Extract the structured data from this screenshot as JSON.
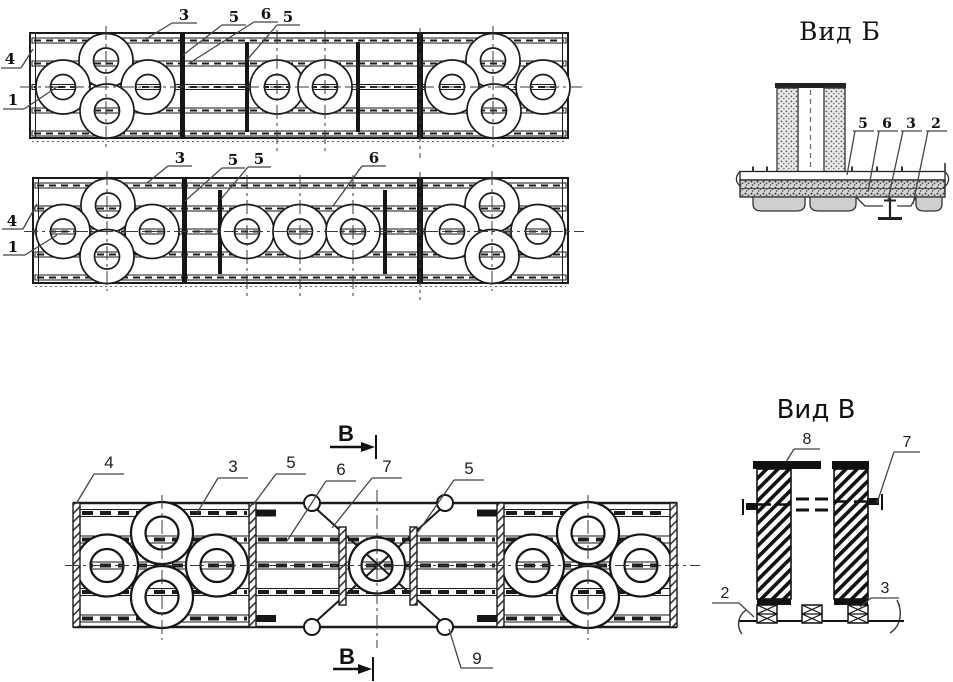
{
  "figure": {
    "assembly_top_1": {
      "callout_3": "3",
      "callout_5a": "5",
      "callout_6": "6",
      "callout_5b": "5",
      "callout_4": "4",
      "callout_1": "1"
    },
    "assembly_top_2": {
      "callout_3": "3",
      "callout_5a": "5",
      "callout_5b": "5",
      "callout_6": "6",
      "callout_4": "4",
      "callout_1": "1"
    },
    "assembly_bottom": {
      "callout_4": "4",
      "callout_3": "3",
      "callout_5a": "5",
      "callout_6": "6",
      "callout_7": "7",
      "callout_5b": "5",
      "callout_9": "9",
      "section_letter_top": "В",
      "section_letter_bottom": "В"
    },
    "view_b": {
      "title": "Вид Б",
      "callout_5": "5",
      "callout_6": "6",
      "callout_3": "3",
      "callout_2": "2"
    },
    "view_v": {
      "title": "Вид В",
      "callout_8": "8",
      "callout_7": "7",
      "callout_2": "2",
      "callout_3": "3"
    }
  }
}
